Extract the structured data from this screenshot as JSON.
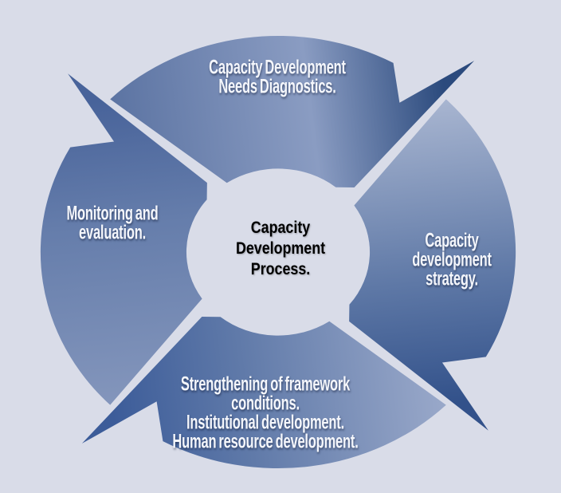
{
  "diagram": {
    "title": "Capacity Development Process.",
    "flow_direction": "clockwise",
    "colors": {
      "background": "#d9dce8",
      "hub": "#d9dce8",
      "label_text": "#f4f6fb",
      "center_text": "#000000"
    },
    "center": {
      "label": "Capacity\nDevelopment\nProcess."
    },
    "steps": [
      {
        "position": "top",
        "label": "Capacity Development\nNeeds Diagnostics.",
        "gradient": {
          "tail": "#5b73a2",
          "mid": "#8a9cc2",
          "head": "#2b4a7d"
        }
      },
      {
        "position": "right",
        "label": "Capacity\ndevelopment\nstrategy.",
        "gradient": {
          "tail": "#a9b6d1",
          "mid": "#5e78a6",
          "head": "#32518a"
        }
      },
      {
        "position": "bottom",
        "label": "Strengthening of framework conditions.\nInstitutional development.\nHuman resource development.",
        "gradient": {
          "tail": "#9aa9ca",
          "mid": "#607aa9",
          "head": "#3c5c99"
        }
      },
      {
        "position": "left",
        "label": "Monitoring and\nevaluation.",
        "gradient": {
          "tail": "#8496bc",
          "mid": "#657dab",
          "head": "#48639a"
        }
      }
    ]
  }
}
